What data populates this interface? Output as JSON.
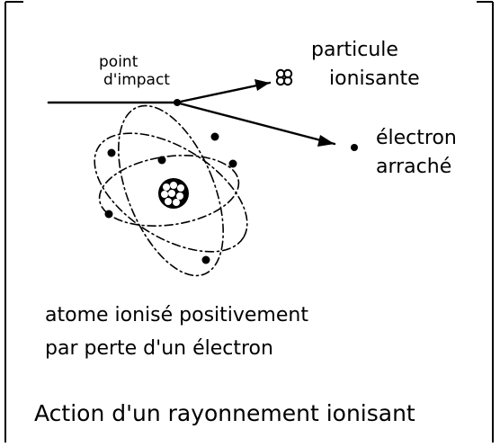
{
  "labels": {
    "impact_point": [
      "point",
      "d'impact"
    ],
    "ionizing_particle": [
      "particule",
      "ionisante"
    ],
    "ejected_electron": [
      "électron",
      "arraché"
    ],
    "ionized_atom": [
      "atome ionisé positivement",
      "par perte d'un électron"
    ],
    "caption": "Action d'un rayonnement ionisant"
  }
}
